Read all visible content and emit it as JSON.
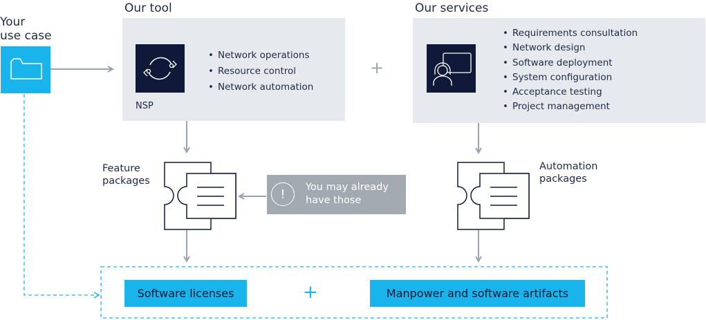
{
  "use_case": {
    "label_line1": "Your",
    "label_line2": "use case"
  },
  "tool": {
    "heading": "Our tool",
    "product_name": "NSP",
    "features": [
      "Network operations",
      "Resource control",
      "Network automation"
    ]
  },
  "services": {
    "heading": "Our services",
    "items": [
      "Requirements consultation",
      "Network design",
      "Software deployment",
      "System configuration",
      "Acceptance testing",
      "Project management"
    ]
  },
  "feature_packages": {
    "line1": "Feature",
    "line2": "packages"
  },
  "automation_packages": {
    "line1": "Automation",
    "line2": "packages"
  },
  "callout": {
    "icon_text": "!",
    "line1": "You may already",
    "line2": "have those"
  },
  "outputs": {
    "licenses": "Software licenses",
    "manpower": "Manpower and software artifacts"
  },
  "plus_sign": "+",
  "colors": {
    "accent_blue": "#19b4ec",
    "navy": "#0f1a38",
    "panel_grey": "#e6eaee",
    "arrow_grey": "#9aa3ad",
    "callout_grey": "#a3a9b1"
  }
}
